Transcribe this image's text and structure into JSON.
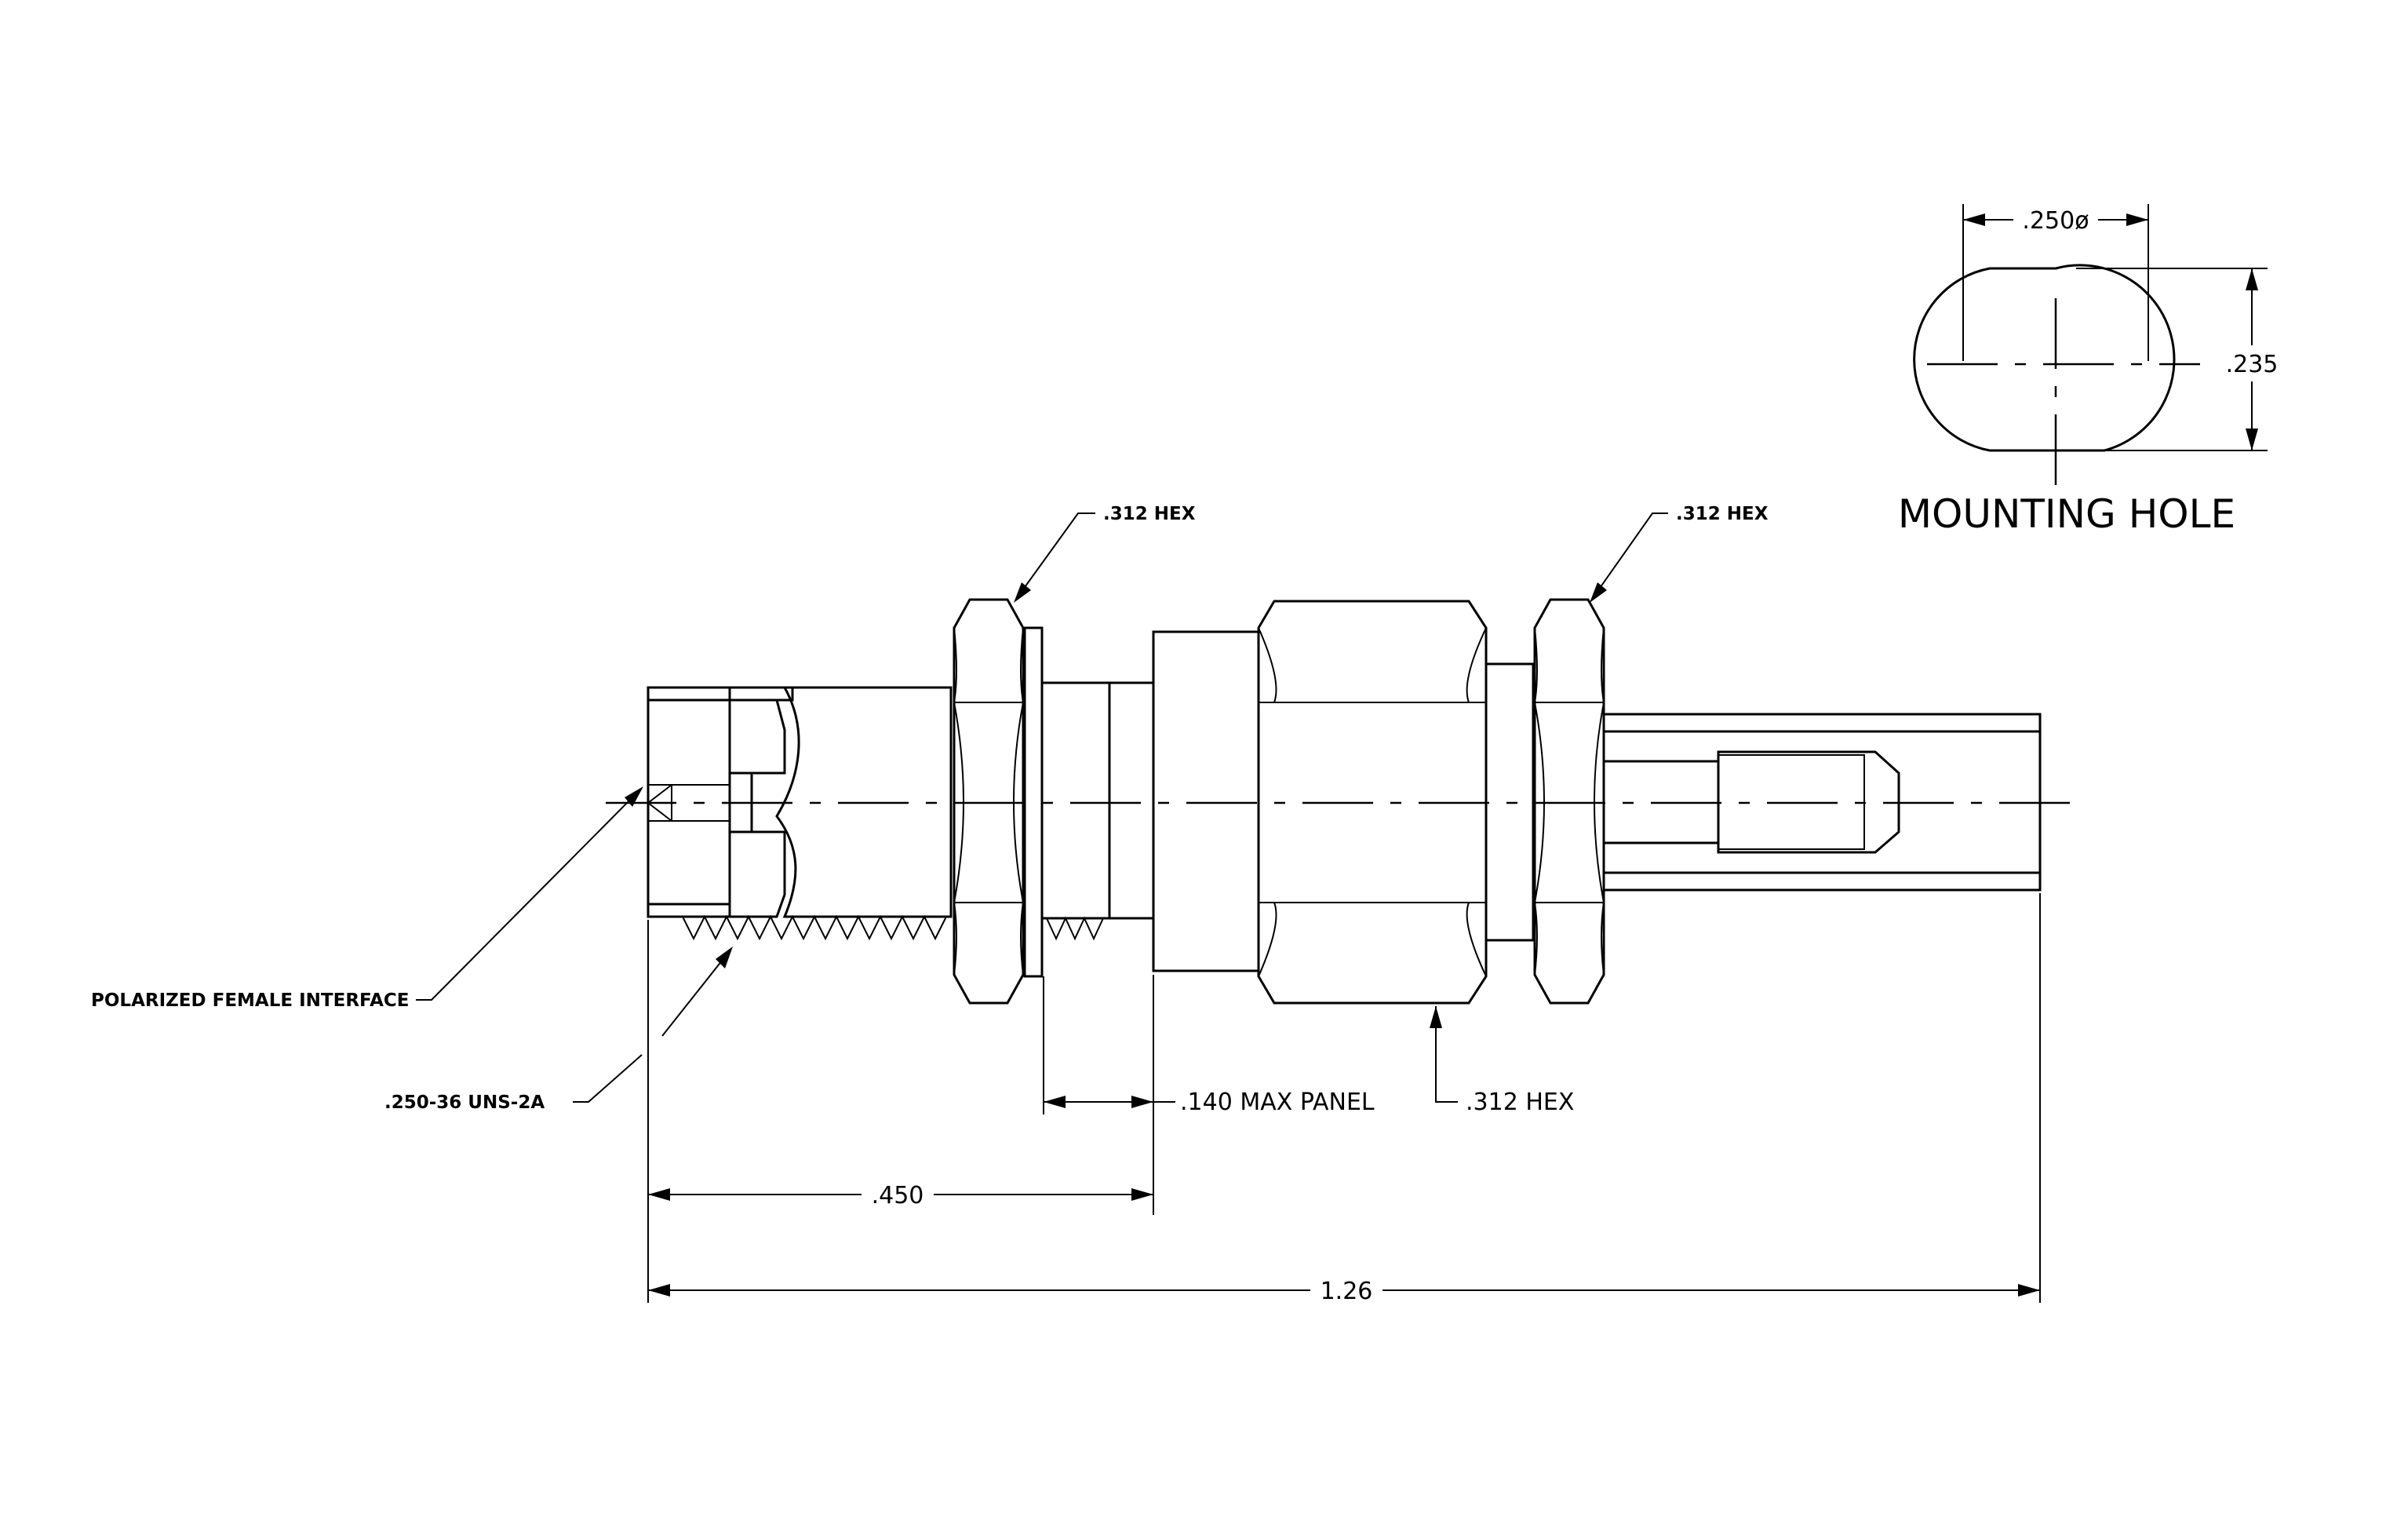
{
  "labels": {
    "hex_top_left": ".312 HEX",
    "hex_top_right": ".312 HEX",
    "hex_bottom": ".312 HEX",
    "polarized": "POLARIZED FEMALE INTERFACE",
    "thread": ".250-36 UNS-2A",
    "panel": ".140 MAX PANEL",
    "dim_450": ".450",
    "dim_126": "1.26",
    "dim_250": ".250ø",
    "dim_235": ".235",
    "mounting_hole": "MOUNTING HOLE"
  }
}
